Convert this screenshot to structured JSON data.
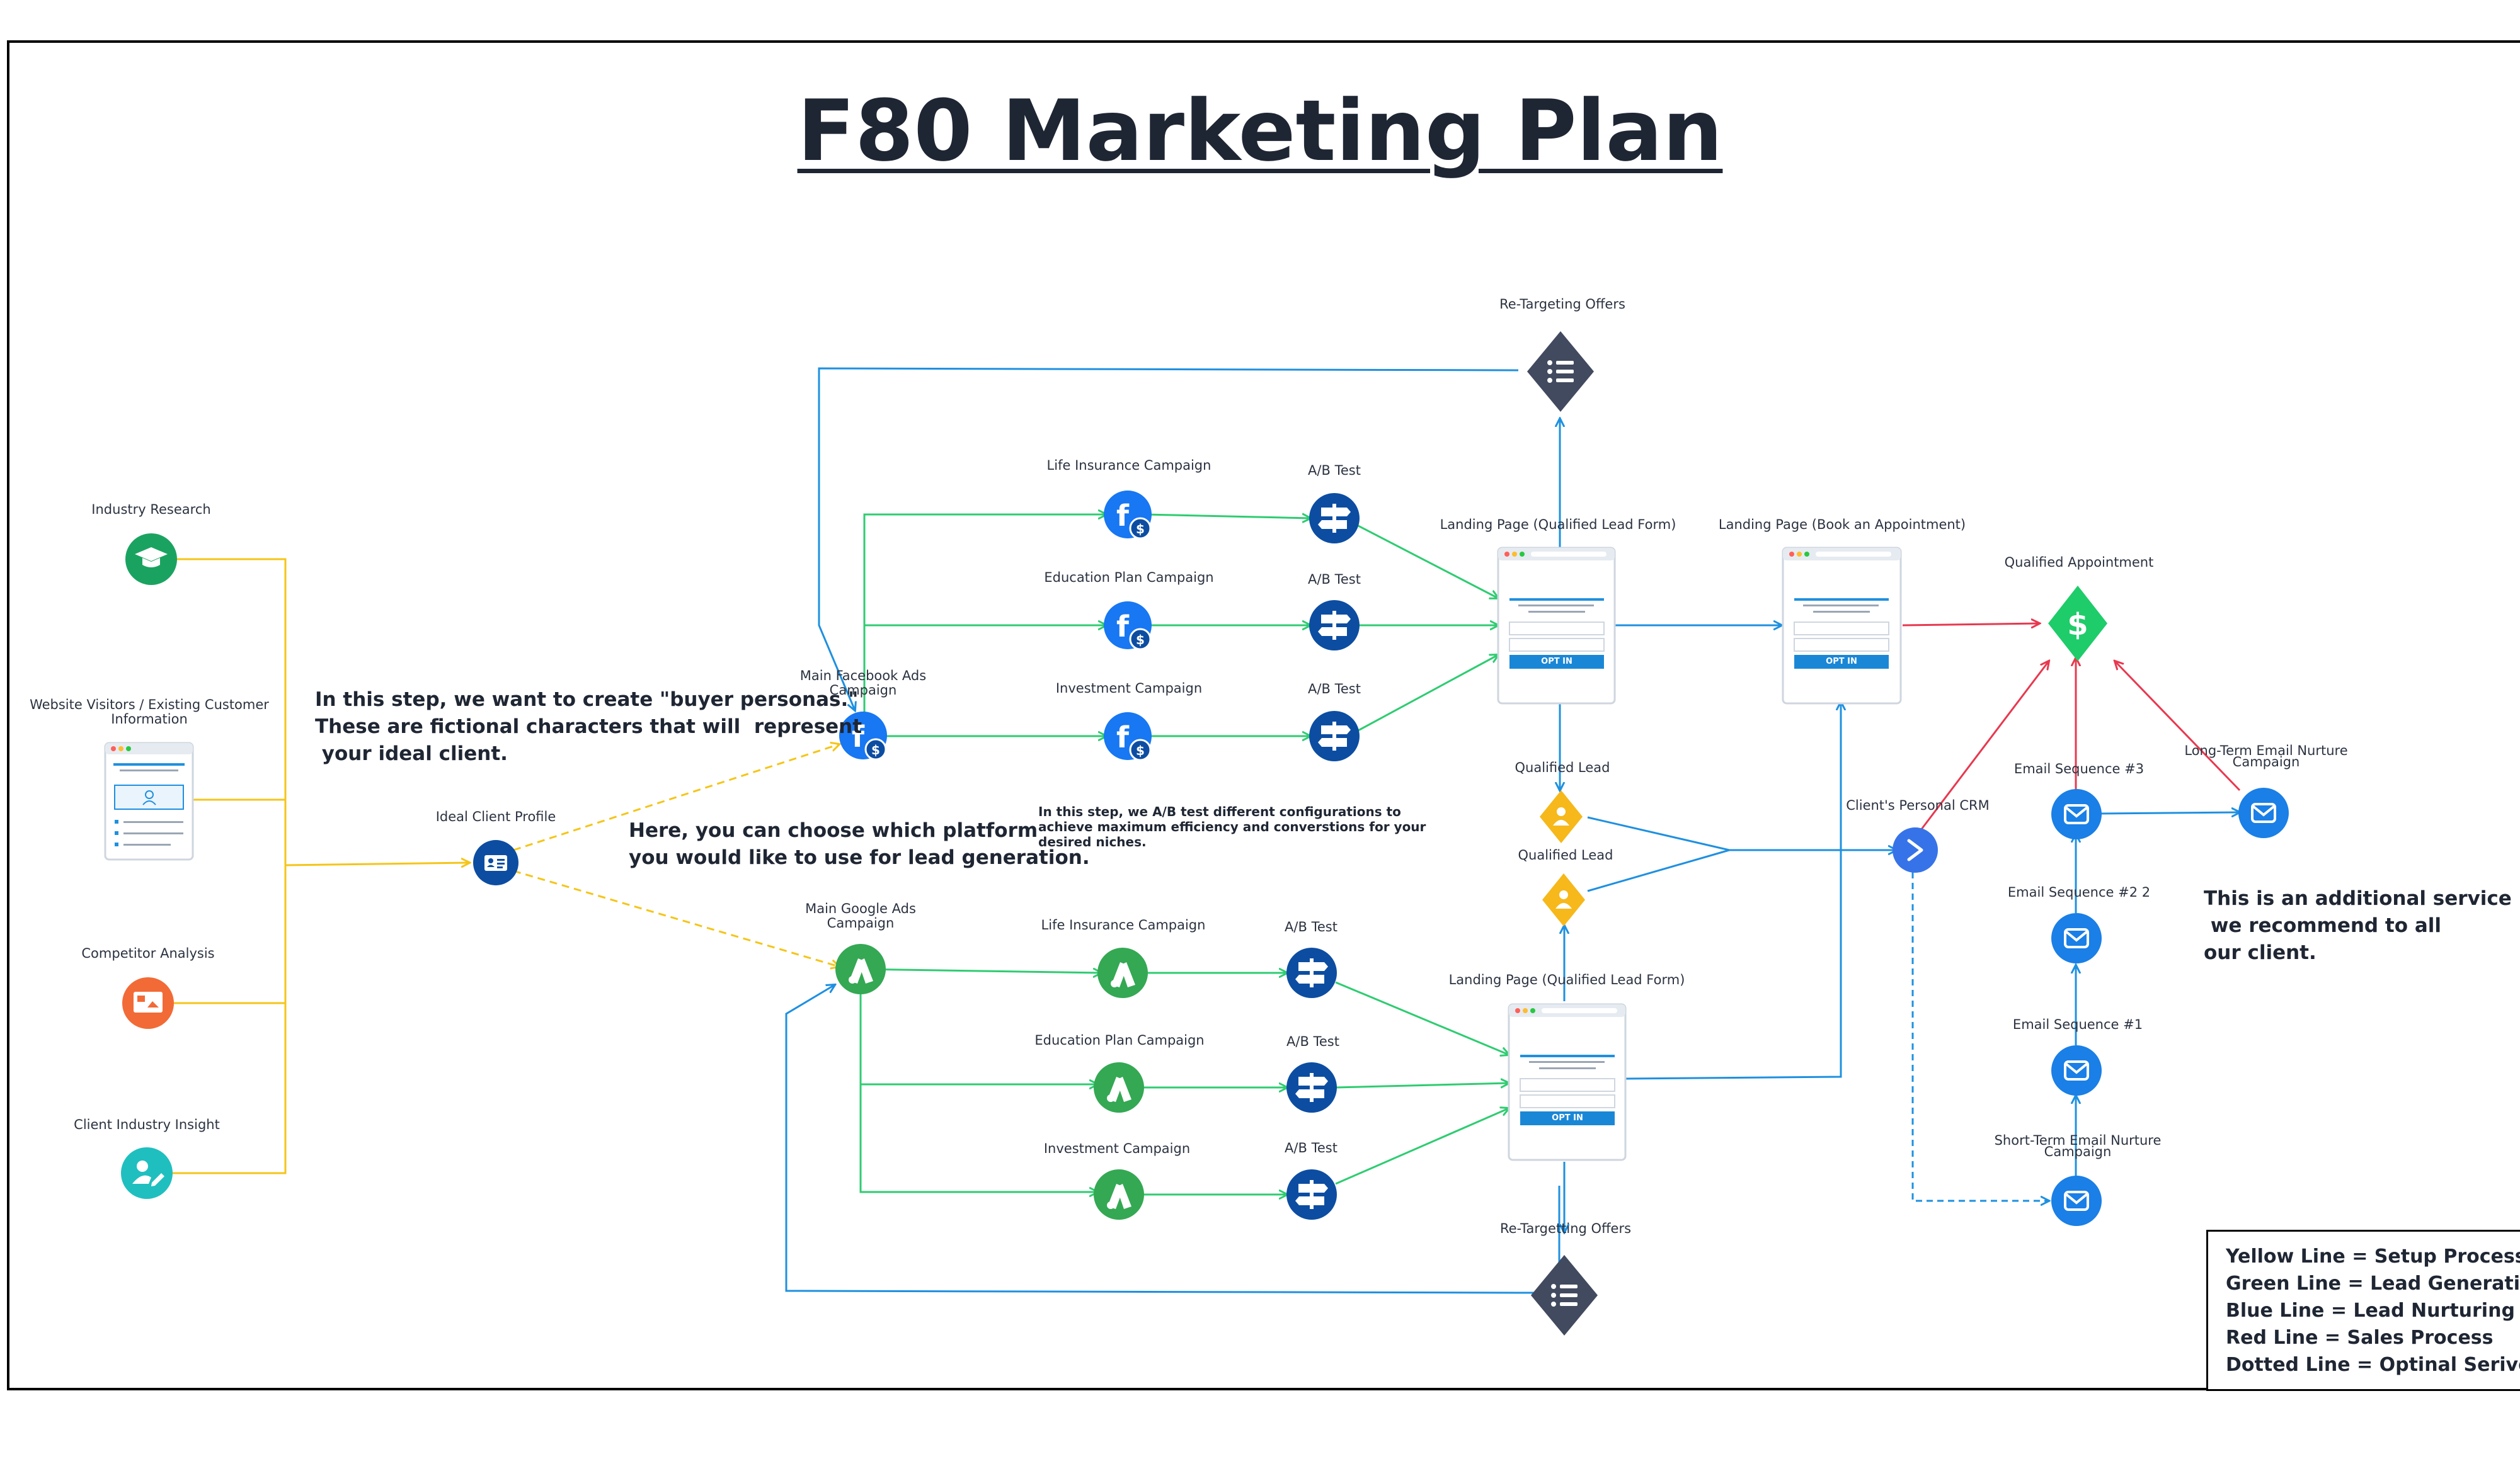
{
  "title": "F80 Marketing Plan",
  "sources": {
    "industry_research": "Industry Research",
    "website_visitors": "Website Visitors / Existing Customer\nInformation",
    "competitor_analysis": "Competitor Analysis",
    "client_industry_insight": "Client Industry Insight"
  },
  "ideal_client_profile": "Ideal Client Profile",
  "notes": {
    "personas": "In this step, we want to create \"buyer personas.\"\nThese are fictional characters that will  represent\n your ideal client.",
    "platform": "Here, you can choose which platform\nyou would like to use for lead generation.",
    "ab_test": "In this step, we A/B test different configurations to\nachieve maximum efficiency and converstions for your\ndesired niches.",
    "additional": "This is an additional service\n we recommend to all\nour client."
  },
  "facebook": {
    "main": "Main Facebook Ads\nCampaign",
    "campaigns": [
      "Life Insurance Campaign",
      "Education Plan Campaign",
      "Investment Campaign"
    ],
    "ab_tests": [
      "A/B Test",
      "A/B Test",
      "A/B Test"
    ],
    "landing_page": "Landing Page (Qualified Lead Form)",
    "qualified_lead": "Qualified Lead",
    "retargeting": "Re-Targeting Offers"
  },
  "google": {
    "main": "Main Google Ads\nCampaign",
    "campaigns": [
      "Life Insurance Campaign",
      "Education Plan Campaign",
      "Investment Campaign"
    ],
    "ab_tests": [
      "A/B Test",
      "A/B Test",
      "A/B Test"
    ],
    "landing_page": "Landing Page (Qualified Lead Form)",
    "qualified_lead": "Qualified Lead",
    "retargeting": "Re-Targetting Offers"
  },
  "landing_page_book": "Landing Page (Book an Appointment)",
  "qualified_appointment": "Qualified Appointment",
  "crm": "Client's Personal CRM",
  "email": {
    "seq3": "Email Sequence #3",
    "seq2": "Email Sequence #2 2",
    "seq1": "Email Sequence #1",
    "short_term": "Short-Term Email Nurture\nCampaign",
    "long_term": "Long-Term Email Nurture\nCampaign"
  },
  "optin_label": "OPT IN",
  "legend": [
    "Yellow Line = Setup Process",
    "Green Line = Lead Generation",
    "Blue Line = Lead Nurturing",
    "Red Line = Sales Process",
    "Dotted Line = Optinal Serivce"
  ],
  "colors": {
    "yellow": "#f5c518",
    "green": "#2ecc71",
    "blue": "#1e90e0",
    "red": "#e8384f",
    "facebook": "#1877f2",
    "google": "#34a853",
    "abtest": "#0c4da2",
    "email": "#1a7fe6",
    "dark": "#414a5e"
  }
}
